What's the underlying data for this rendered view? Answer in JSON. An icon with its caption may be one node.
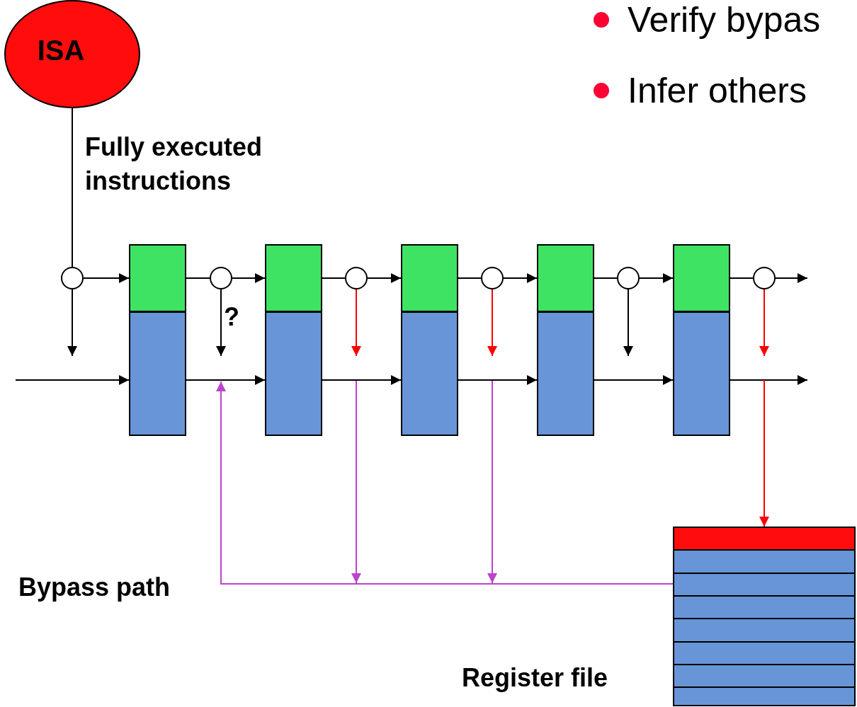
{
  "diagram": {
    "nodes": [
      {
        "text": [
          "ISA"
        ]
      },
      {
        "text": [],
        "shape": "circle"
      },
      {
        "text": [],
        "shape": "circle"
      },
      {
        "text": [],
        "shape": "circle"
      },
      {
        "text": [],
        "shape": "circle"
      },
      {
        "text": [],
        "shape": "circle"
      },
      {
        "text": [],
        "shape": "circle"
      },
      {
        "text": [],
        "shape": "box"
      },
      {
        "text": [],
        "shape": "box"
      },
      {
        "text": [],
        "shape": "box"
      },
      {
        "text": [],
        "shape": "box"
      },
      {
        "text": [],
        "shape": "box"
      },
      {
        "text": [],
        "shape": "box"
      },
      {
        "text": [],
        "shape": "box"
      },
      {
        "text": [],
        "shape": "box"
      },
      {
        "text": [],
        "shape": "box"
      },
      {
        "text": [],
        "shape": "box"
      },
      {
        "text": [],
        "shape": "box",
        "beside": [
          "Register file"
        ]
      },
      {
        "text": [],
        "shape": "bar",
        "in": 17
      }
    ],
    "edges": [
      {
        "from": 0,
        "to": 1,
        "arrow": "none",
        "label": "Fully executed instructions"
      },
      {
        "from": 1,
        "to": 7,
        "arrow": "to"
      },
      {
        "from": 7,
        "to": 2,
        "arrow": "none"
      },
      {
        "from": 2,
        "to": 8,
        "arrow": "to"
      },
      {
        "from": 8,
        "to": 3,
        "arrow": "none"
      },
      {
        "from": 3,
        "to": 9,
        "arrow": "to"
      },
      {
        "from": 9,
        "to": 4,
        "arrow": "none"
      },
      {
        "from": 4,
        "to": 10,
        "arrow": "to"
      },
      {
        "from": 10,
        "to": 5,
        "arrow": "none"
      },
      {
        "from": 5,
        "to": 11,
        "arrow": "to"
      },
      {
        "from": 11,
        "to": 6,
        "arrow": "none"
      },
      {
        "from": 6,
        "to": null,
        "arrow": "to"
      },
      {
        "from": 1,
        "to": null,
        "arrow": "to"
      },
      {
        "from": 2,
        "to": null,
        "arrow": "to",
        "label": "?"
      },
      {
        "from": 3,
        "to": null,
        "arrow": "to",
        "color": "#ff0000"
      },
      {
        "from": 4,
        "to": null,
        "arrow": "to",
        "color": "#ff0000"
      },
      {
        "from": 5,
        "to": null,
        "arrow": "to"
      },
      {
        "from": 6,
        "to": null,
        "arrow": "to",
        "color": "#ff0000"
      },
      {
        "from": null,
        "to": 12,
        "arrow": "to"
      },
      {
        "from": 12,
        "to": 13,
        "arrow": "to"
      },
      {
        "from": 13,
        "to": 14,
        "arrow": "to"
      },
      {
        "from": 14,
        "to": 15,
        "arrow": "to"
      },
      {
        "from": 15,
        "to": 16,
        "arrow": "to"
      },
      {
        "from": 16,
        "to": null,
        "arrow": "to"
      },
      {
        "from": null,
        "to": 18,
        "arrow": "to",
        "color": "#ff0000"
      },
      {
        "from": 17,
        "to": null,
        "arrow": "to",
        "color": "#bb44cc"
      }
    ],
    "labels": [
      "Verify bypas",
      "Infer others",
      "Bypass path"
    ]
  }
}
